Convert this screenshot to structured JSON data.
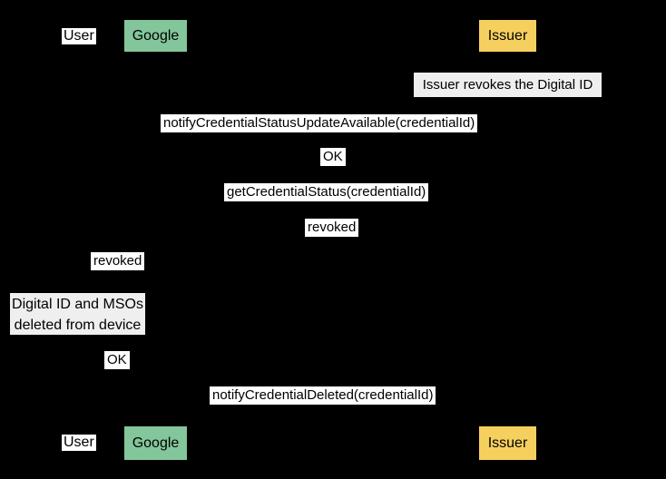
{
  "diagram": {
    "kind": "sequence-diagram",
    "background_color": "#000000",
    "participants": [
      {
        "id": "user",
        "label": "User",
        "style": "actor-text-label",
        "fill": "#ffffff"
      },
      {
        "id": "google",
        "label": "Google",
        "style": "box",
        "fill": "#83c69b"
      },
      {
        "id": "issuer",
        "label": "Issuer",
        "style": "box",
        "fill": "#f6d05e"
      }
    ],
    "notes": [
      {
        "text": "Issuer revokes the Digital ID",
        "over": "issuer",
        "fill": "#efefef"
      },
      {
        "text": "Digital ID and MSOs deleted from device",
        "over": "user",
        "fill": "#efefef",
        "lines": [
          "Digital ID and MSOs",
          "deleted from device"
        ]
      }
    ],
    "messages": [
      {
        "text": "notifyCredentialStatusUpdateAvailable(credentialId)",
        "lane": "google-issuer"
      },
      {
        "text": "OK",
        "lane": "google-issuer"
      },
      {
        "text": "getCredentialStatus(credentialId)",
        "lane": "google-issuer"
      },
      {
        "text": "revoked",
        "lane": "google-issuer"
      },
      {
        "text": "revoked",
        "lane": "user-google"
      },
      {
        "text": "OK",
        "lane": "user-google"
      },
      {
        "text": "notifyCredentialDeleted(credentialId)",
        "lane": "google-issuer"
      }
    ]
  }
}
